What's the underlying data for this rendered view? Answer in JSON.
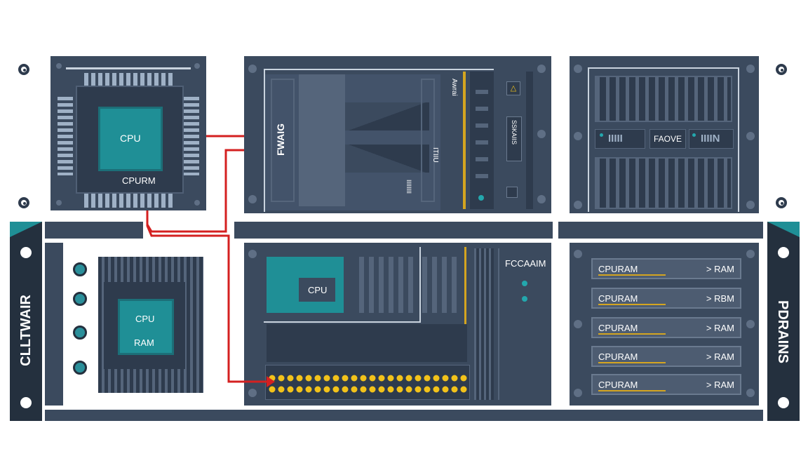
{
  "cpu_module": {
    "chip_label": "CPU",
    "chip_caption": "CPURM"
  },
  "top_middle": {
    "side_label": "FWAIG",
    "small_label_1": "Awrai",
    "small_label_2": "ITIIU",
    "small_label_3": "IIIIIIII",
    "rotated_label": "SSKAIIS"
  },
  "top_right": {
    "display_left": "IIIII",
    "display_mid": "FAOVE",
    "display_right": "IIIIN"
  },
  "left_banner": {
    "label": "CLLTWAIR"
  },
  "right_banner": {
    "label": "PDRAINS"
  },
  "bottom_left_chip": {
    "line1": "CPU",
    "line2": "RAM"
  },
  "bottom_middle": {
    "chip_label": "CPU",
    "side_label": "FCCAAIM"
  },
  "ram_slots": [
    {
      "left": "CPURAM",
      "right": "> RAM"
    },
    {
      "left": "CPURAM",
      "right": "> RBM"
    },
    {
      "left": "CPURAM",
      "right": "> RAM"
    },
    {
      "left": "CPURAM",
      "right": "> RAM"
    },
    {
      "left": "CPURAM",
      "right": "> RAM"
    }
  ],
  "colors": {
    "panel": "#3b4a5e",
    "dark": "#2e3b4d",
    "teal": "#1f8f96",
    "wire": "#d42020",
    "accent": "#f2c21a"
  }
}
